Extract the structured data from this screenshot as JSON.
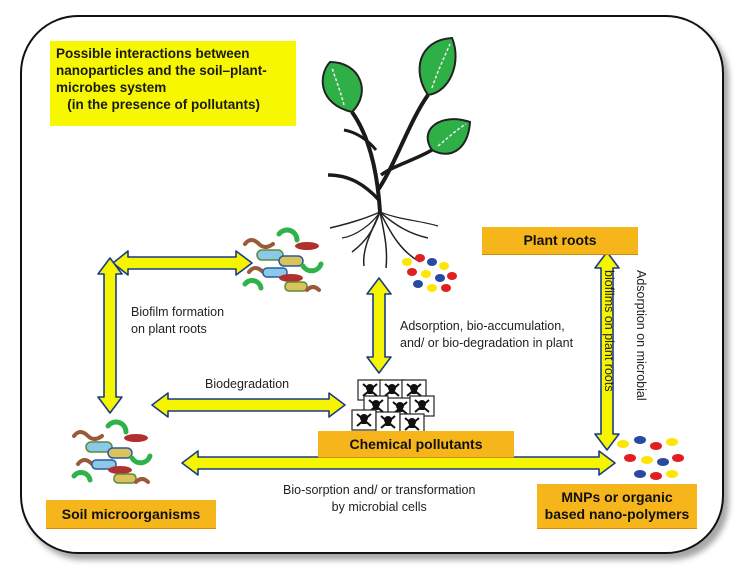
{
  "title_lines": [
    "Possible interactions between",
    "nanoparticles and the soil–plant-",
    "microbes system",
    "   (in the presence of pollutants)"
  ],
  "nodes": {
    "plant_roots": "Plant roots",
    "chemical_pollutants": "Chemical pollutants",
    "soil_microorganisms": "Soil microorganisms",
    "mnps": [
      "MNPs or organic",
      "based nano-polymers"
    ]
  },
  "edges": {
    "biofilm": [
      "Biofilm formation",
      "on plant roots"
    ],
    "adsorption_plant": [
      "Adsorption, bio-accumulation,",
      "and/ or bio-degradation in plant"
    ],
    "biodegradation": "Biodegradation",
    "adsorption_microbial": [
      "Adsorption on microbial",
      "biofilms on plant roots"
    ],
    "biosorption": [
      "Bio-sorption and/ or transformation",
      "by microbial cells"
    ]
  },
  "colors": {
    "title_bg": "#f7f700",
    "node_bg": "#f6b51a",
    "arrow_fill": "#f5f500",
    "leaf": "#2eb046"
  }
}
